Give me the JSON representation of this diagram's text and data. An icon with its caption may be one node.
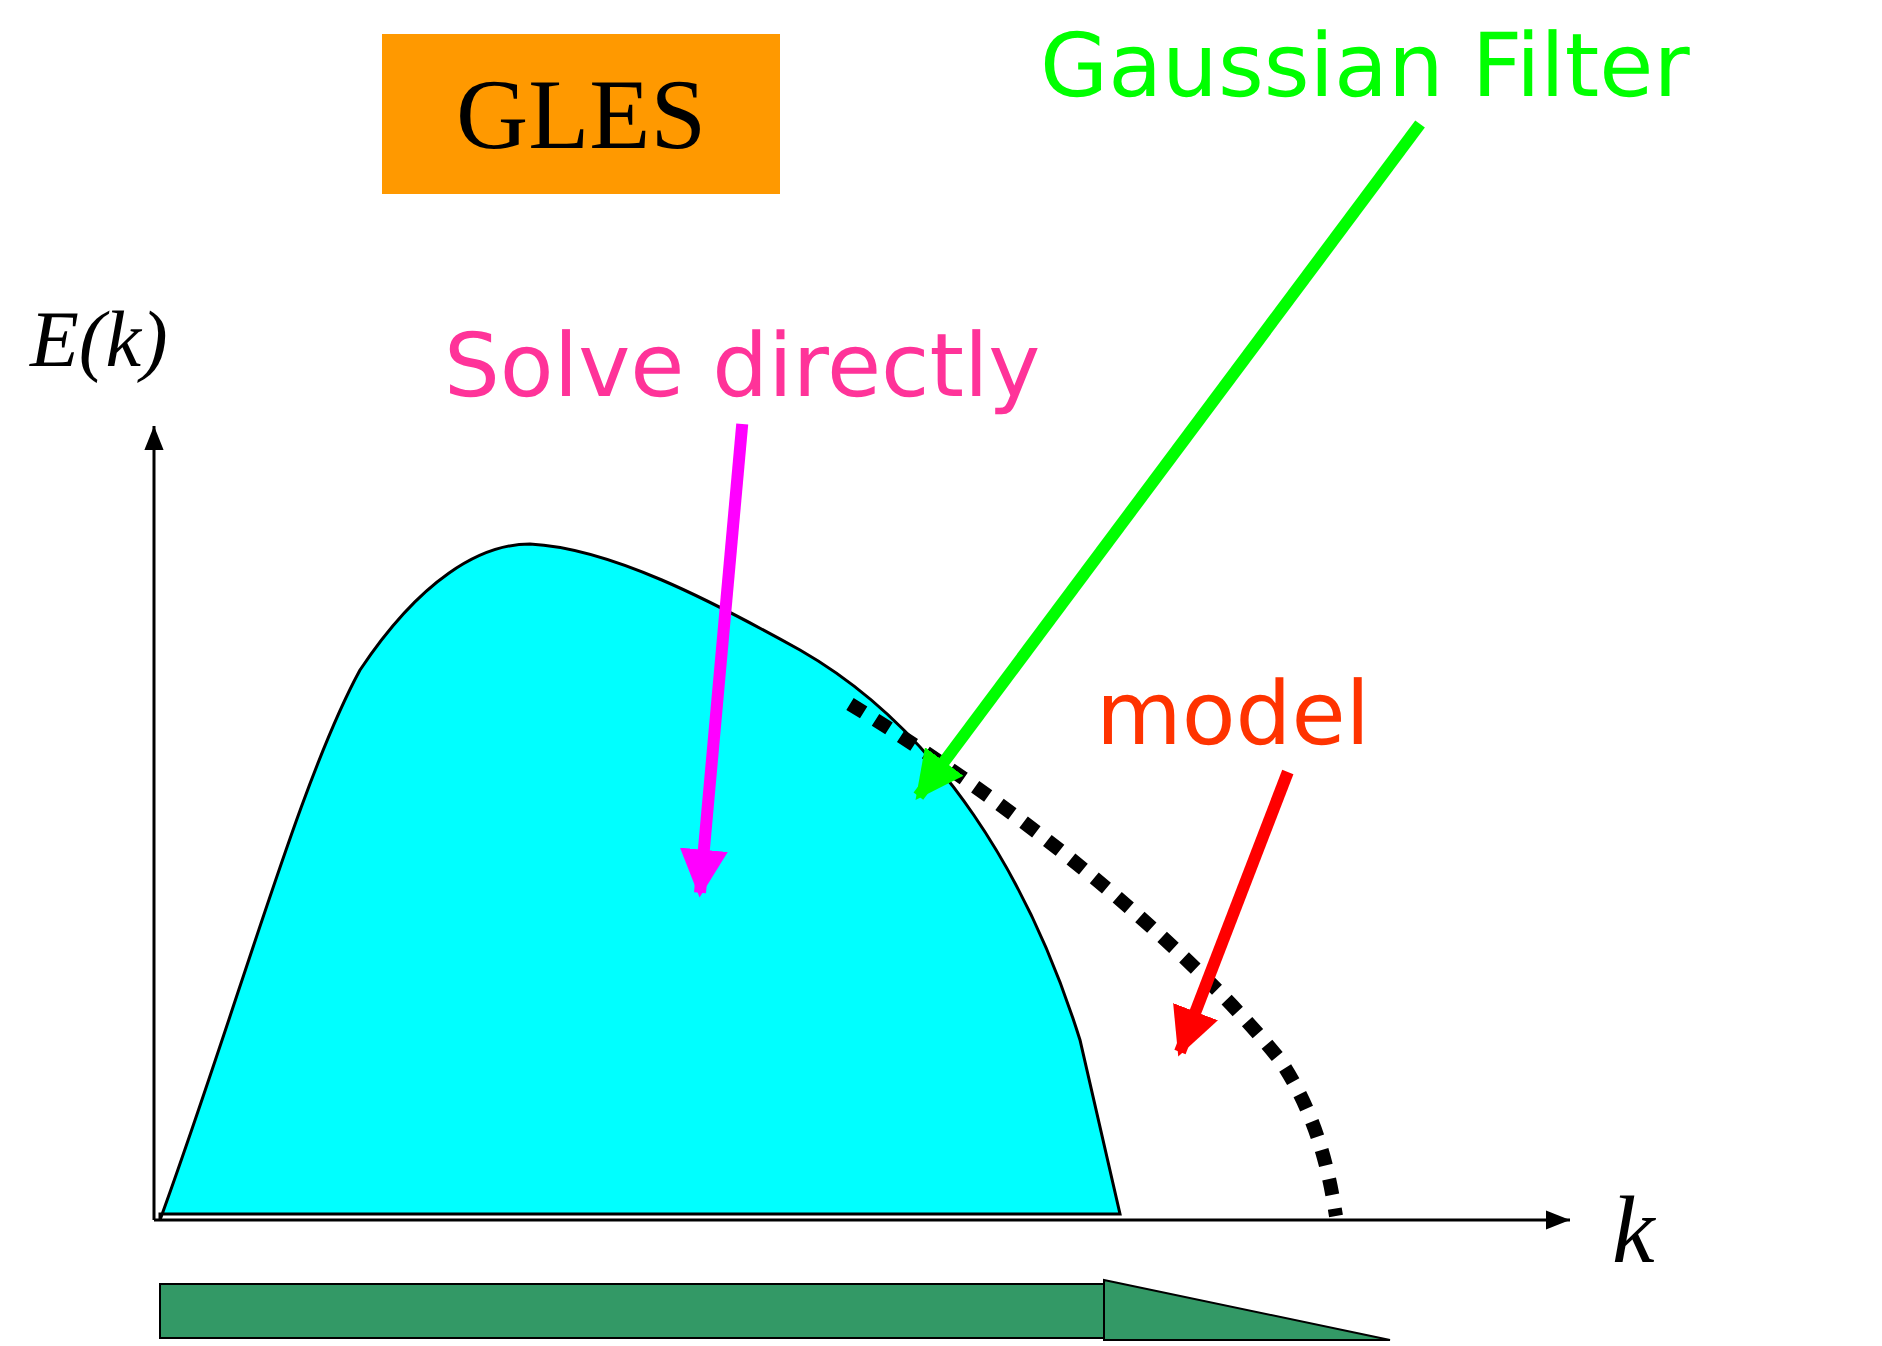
{
  "diagram": {
    "nodes": [
      {
        "text": [
          "GLES"
        ]
      },
      {
        "text": [
          "Gaussian Filter"
        ]
      },
      {
        "text": [
          "Solve directly"
        ]
      },
      {
        "text": [
          "model"
        ]
      },
      {
        "text": [],
        "shape": "area"
      }
    ],
    "edges": [
      {
        "from": 1,
        "to": 4,
        "arrow": "to",
        "color": "#00ff00"
      },
      {
        "from": 2,
        "to": 4,
        "arrow": "to",
        "color": "#ff00ff"
      },
      {
        "from": 3,
        "to": null,
        "arrow": "to",
        "color": "#ff0000"
      }
    ],
    "labels": [
      "E(k)",
      "k"
    ]
  }
}
